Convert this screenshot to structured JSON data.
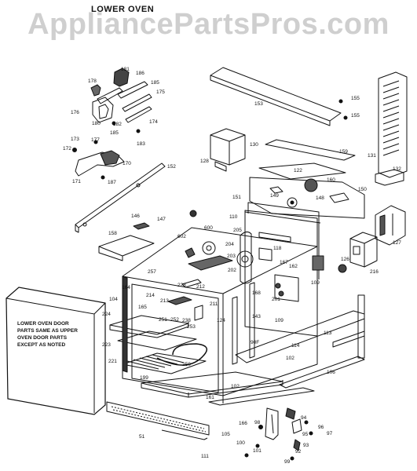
{
  "header": {
    "title": "LOWER OVEN"
  },
  "watermark": "AppliancePartsPros.com",
  "door_note": [
    "LOWER OVEN DOOR",
    "PARTS SAME AS UPPER",
    "OVEN DOOR PARTS",
    "EXCEPT AS NOTED"
  ],
  "part_labels": {
    "p181": "181",
    "p186": "186",
    "p178": "178",
    "p185": "185",
    "p175": "175",
    "p176": "176",
    "p180": "180",
    "p182": "182",
    "p174": "174",
    "p183": "183",
    "p172": "172",
    "p173": "173",
    "p177": "177",
    "p170": "170",
    "p171": "171",
    "p187": "187",
    "p152": "152",
    "p153": "153",
    "p155a": "155",
    "p155b": "155",
    "p131": "131",
    "p130": "130",
    "p128": "128",
    "p159": "159",
    "p132": "132",
    "p122": "122",
    "p160": "160",
    "p151": "151",
    "p149": "149",
    "p148": "148",
    "p150": "150",
    "p146": "146",
    "p147": "147",
    "p110": "110",
    "p158": "158",
    "p602": "602",
    "p600": "600",
    "p205": "205",
    "p204": "204",
    "p127": "127",
    "p118": "118",
    "p203": "203",
    "p126": "126",
    "p167": "167",
    "p216": "216",
    "p257": "257",
    "p228": "228",
    "p202": "202",
    "p162": "162",
    "p212": "212",
    "p168": "168",
    "p109a": "109",
    "p164": "164",
    "p214": "214",
    "p104": "104",
    "p213": "213",
    "p165": "165",
    "p211": "211",
    "p201": "201",
    "p224": "224",
    "p251": "251",
    "p252": "252",
    "p238": "238",
    "p253": "253",
    "p124": "124",
    "p143": "143",
    "p109b": "109",
    "p113": "113",
    "p223": "223",
    "p90F": "90F",
    "p114": "114",
    "p221": "221",
    "p250": "250",
    "p102a": "102",
    "p199": "199",
    "p106": "106",
    "p102b": "102",
    "p161": "161",
    "p94": "94",
    "p166": "166",
    "p98": "98",
    "p96": "96",
    "p95": "95",
    "p97": "97",
    "p51": "51",
    "p105": "105",
    "p100": "100",
    "p93": "93",
    "p101": "101",
    "p92": "92",
    "p99": "99",
    "p111": "111"
  }
}
